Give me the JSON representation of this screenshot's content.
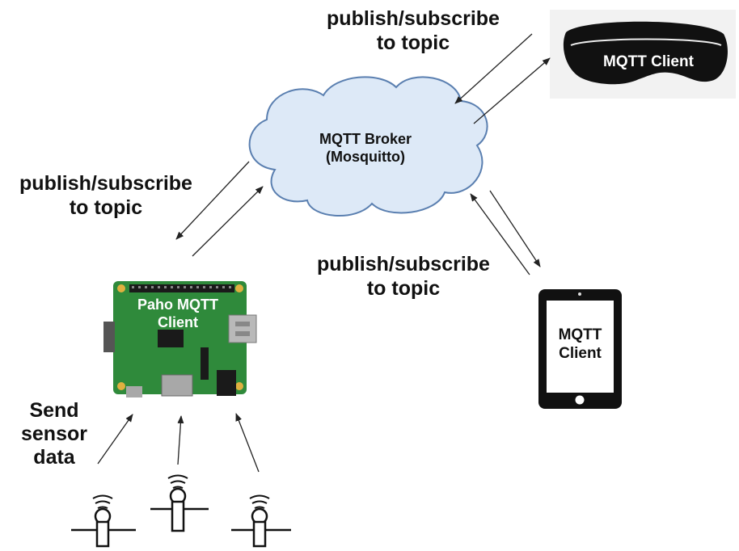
{
  "labels": {
    "top_publish_line1": "publish/subscribe",
    "top_publish_line2": "to topic",
    "left_publish_line1": "publish/subscribe",
    "left_publish_line2": "to topic",
    "right_publish_line1": "publish/subscribe",
    "right_publish_line2": "to topic",
    "send_sensor_line1": "Send",
    "send_sensor_line2": "sensor",
    "send_sensor_line3": "data"
  },
  "broker": {
    "line1": "MQTT Broker",
    "line2": "(Mosquitto)"
  },
  "headset_client": {
    "label": "MQTT Client"
  },
  "tablet_client": {
    "line1": "MQTT",
    "line2": "Client"
  },
  "pi_client": {
    "line1": "Paho MQTT",
    "line2": "Client"
  },
  "colors": {
    "cloud_fill": "#dde9f7",
    "cloud_stroke": "#5a7fb0",
    "board_green": "#2f8a3b",
    "device_black": "#111111"
  }
}
